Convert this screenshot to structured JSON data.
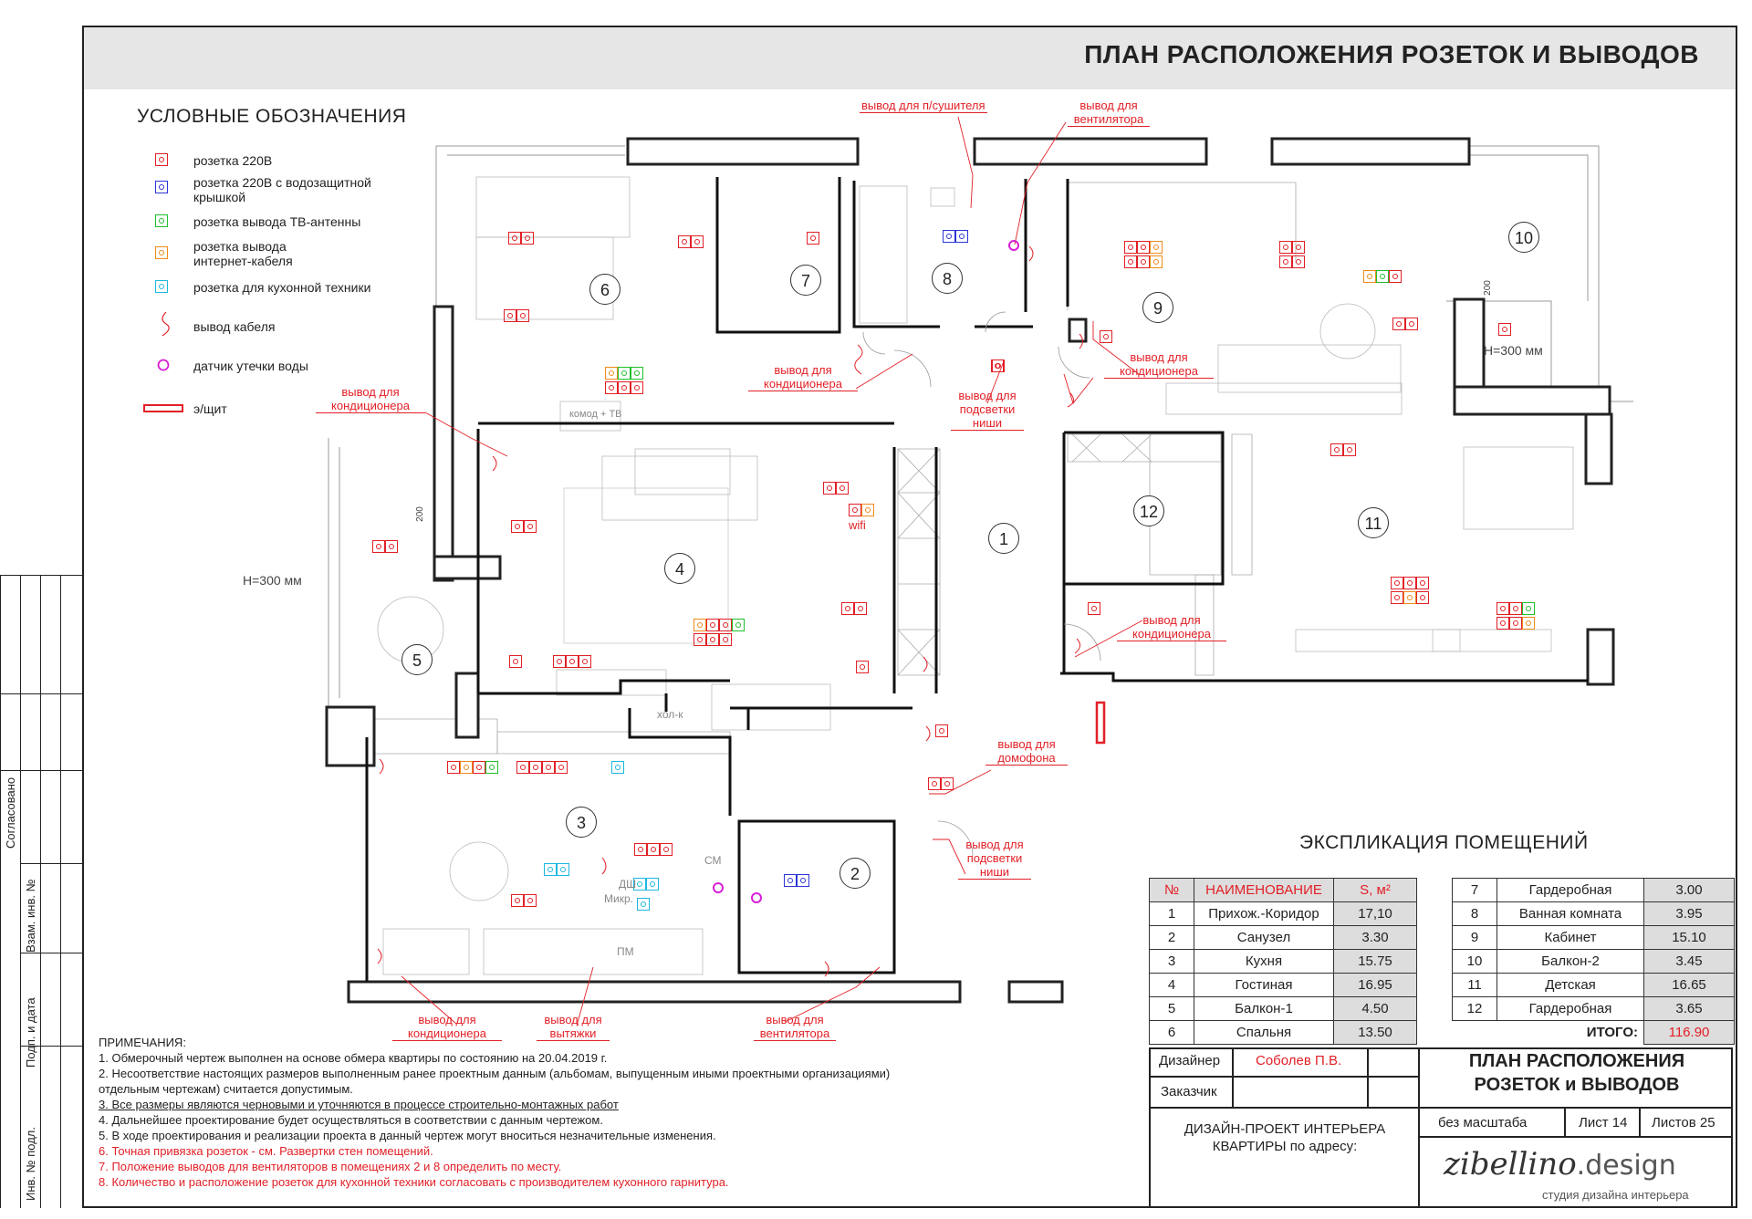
{
  "title": "ПЛАН РАСПОЛОЖЕНИЯ РОЗЕТОК И ВЫВОДОВ",
  "legend": {
    "heading": "УСЛОВНЫЕ ОБОЗНАЧЕНИЯ",
    "items": [
      {
        "label": "розетка 220В",
        "color": "#e21f26"
      },
      {
        "label": "розетка 220В с водозащитной крышкой",
        "color": "#2c35d8"
      },
      {
        "label": "розетка вывода ТВ-антенны",
        "color": "#1fbf2a"
      },
      {
        "label": "розетка вывода интернет-кабеля",
        "color": "#f08a1a"
      },
      {
        "label": "розетка для кухонной техники",
        "color": "#1cb8e0"
      },
      {
        "label": "вывод кабеля",
        "color": "#e21f26"
      },
      {
        "label": "датчик утечки воды",
        "color": "#d61fd6"
      },
      {
        "label": "э/щит",
        "color": "#e21f26"
      }
    ]
  },
  "callouts": {
    "dryer": "вывод для п/сушителя",
    "fan_top": "вывод для вентилятора",
    "ac_bedroom": "вывод для кондиционера",
    "ac_corridor": "вывод для кондиционера",
    "niche_top": "вывод для подсветки ниши",
    "ac_study": "вывод для кондиционера",
    "ac_kids": "вывод для кондиционера",
    "intercom": "вывод для домофона",
    "niche_bottom": "вывод для подсветки ниши",
    "ac_kitchen": "вывод для кондиционера",
    "hood": "вывод для вытяжки",
    "fan_bottom": "вывод для вентилятора"
  },
  "plan_text": {
    "h300_left": "Н=300 мм",
    "h300_right": "Н=300 мм",
    "dim_200": "200",
    "wifi": "wifi",
    "komod": "комод + ТВ",
    "holk": "хол-к",
    "dsh": "ДШ",
    "mikr": "Микр.",
    "sm": "СМ",
    "pm": "ПМ"
  },
  "rooms": [
    "1",
    "2",
    "3",
    "4",
    "5",
    "6",
    "7",
    "8",
    "9",
    "10",
    "11",
    "12"
  ],
  "explication": {
    "heading": "ЭКСПЛИКАЦИЯ ПОМЕЩЕНИЙ",
    "col_no": "№",
    "col_name": "НАИМЕНОВАНИЕ",
    "col_area": "S, м²",
    "left_rows": [
      {
        "no": "1",
        "name": "Прихож.-Коридор",
        "area": "17,10"
      },
      {
        "no": "2",
        "name": "Санузел",
        "area": "3.30"
      },
      {
        "no": "3",
        "name": "Кухня",
        "area": "15.75"
      },
      {
        "no": "4",
        "name": "Гостиная",
        "area": "16.95"
      },
      {
        "no": "5",
        "name": "Балкон-1",
        "area": "4.50"
      },
      {
        "no": "6",
        "name": "Спальня",
        "area": "13.50"
      }
    ],
    "right_rows": [
      {
        "no": "7",
        "name": "Гардеробная",
        "area": "3.00"
      },
      {
        "no": "8",
        "name": "Ванная комната",
        "area": "3.95"
      },
      {
        "no": "9",
        "name": "Кабинет",
        "area": "15.10"
      },
      {
        "no": "10",
        "name": "Балкон-2",
        "area": "3.45"
      },
      {
        "no": "11",
        "name": "Детская",
        "area": "16.65"
      },
      {
        "no": "12",
        "name": "Гардеробная",
        "area": "3.65"
      }
    ],
    "total_label": "ИТОГО:",
    "total_value": "116.90"
  },
  "notes": {
    "heading": "ПРИМЕЧАНИЯ:",
    "lines": [
      "1. Обмерочный чертеж выполнен на основе обмера квартиры по состоянию на 20.04.2019 г.",
      "2. Несоответствие настоящих размеров выполненным ранее проектным данным (альбомам, выпущенным иными проектными организациями)",
      "отдельным чертежам) считается допустимым.",
      "3. Все размеры являются черновыми и уточняются в процессе строительно-монтажных работ",
      "4. Дальнейшее проектирование будет осуществляться в соответствии с данным чертежом.",
      "5. В ходе проектирования и реализации проекта в данный чертеж могут вноситься незначительные изменения."
    ],
    "red_lines": [
      "6. Точная привязка розеток - см. Развертки стен помещений.",
      "7. Положение выводов для вентиляторов в помещениях 2 и 8 определить по месту.",
      "8. Количество и расположение розеток для кухонной техники согласовать с производителем кухонного гарнитура."
    ]
  },
  "stamp": {
    "designer_label": "Дизайнер",
    "designer_name": "Соболев П.В.",
    "client_label": "Заказчик",
    "project_title": "ПЛАН РАСПОЛОЖЕНИЯ РОЗЕТОК и ВЫВОДОВ",
    "project_desc": "ДИЗАЙН-ПРОЕКТ ИНТЕРЬЕРА КВАРТИРЫ по адресу:",
    "scale": "без масштаба",
    "sheet": "Лист 14",
    "sheets_total": "Листов 25",
    "logo_main": "zibellino",
    "logo_dot": ".design",
    "logo_sub": "студия дизайна интерьера"
  },
  "side_labels": {
    "agreed": "Согласовано",
    "vzam": "Взам. инв. №",
    "podp_date": "Подп. и дата",
    "inv_podl": "Инв. № подл."
  }
}
